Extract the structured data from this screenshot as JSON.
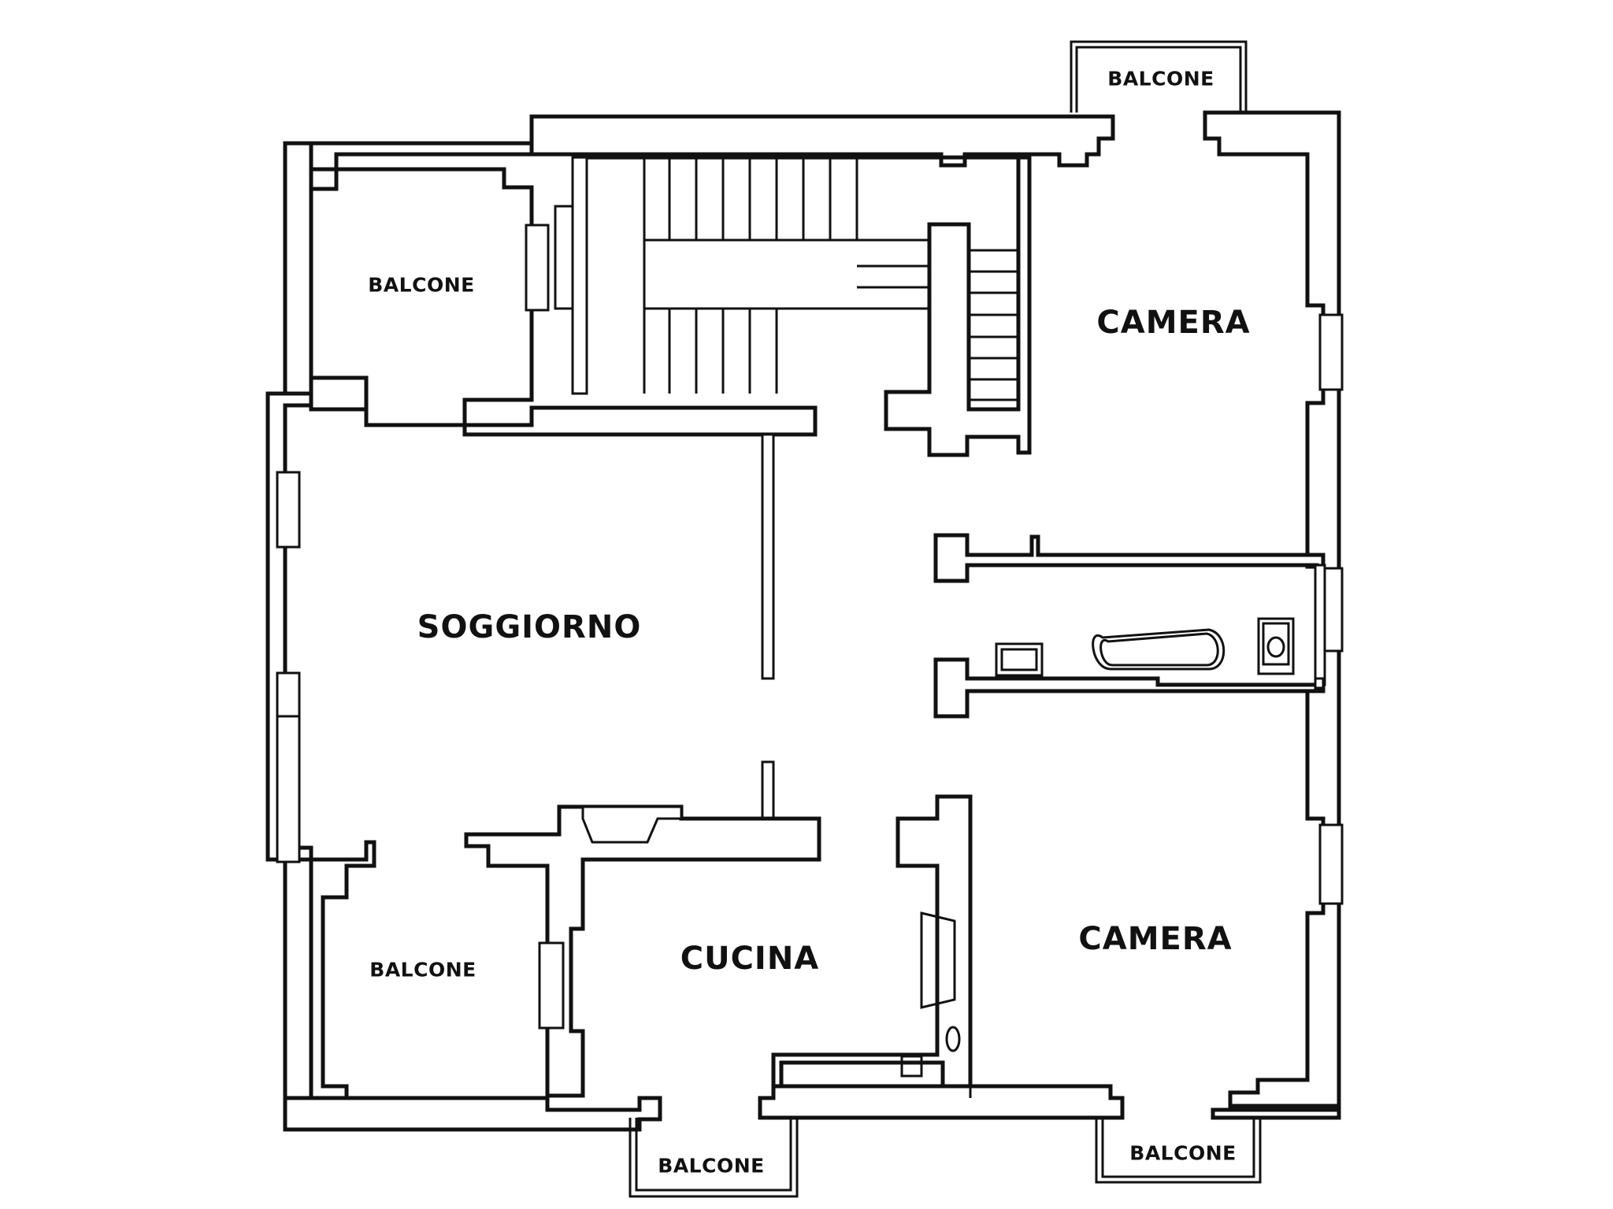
{
  "rooms": {
    "balcone_top": "BALCONE",
    "balcone_left_top": "BALCONE",
    "camera_top": "CAMERA",
    "soggiorno": "SOGGIORNO",
    "camera_bottom": "CAMERA",
    "cucina": "CUCINA",
    "balcone_left_bottom": "BALCONE",
    "balcone_bottom_center": "BALCONE",
    "balcone_bottom_right": "BALCONE"
  }
}
